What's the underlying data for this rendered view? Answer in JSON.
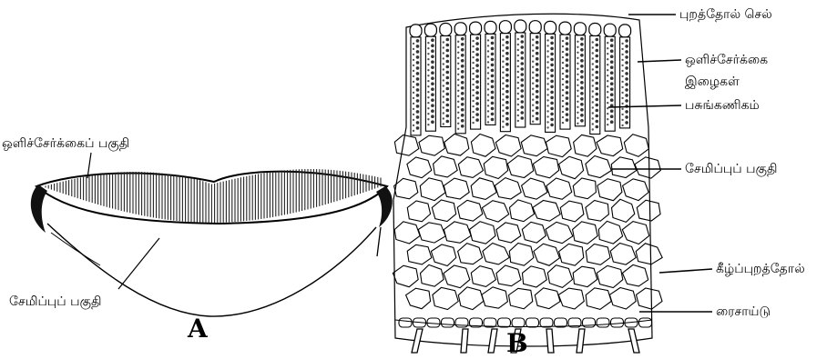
{
  "diagram_a": {
    "photosynthetic_label": "ஒளிச்சேர்க்கைப் பகுதி",
    "storage_label": "சேமிப்புப் பகுதி",
    "panel_letter": "A"
  },
  "diagram_b": {
    "labels": [
      "புறத்தோல் செல்",
      "ஒளிச்சேர்க்கை",
      "இழைகள்",
      "பசுங்கணிகம்",
      "சேமிப்புப் பகுதி",
      "கீழ்ப்புறத்தோல்",
      "ரைசாய்டு"
    ],
    "panel_letter": "B"
  }
}
